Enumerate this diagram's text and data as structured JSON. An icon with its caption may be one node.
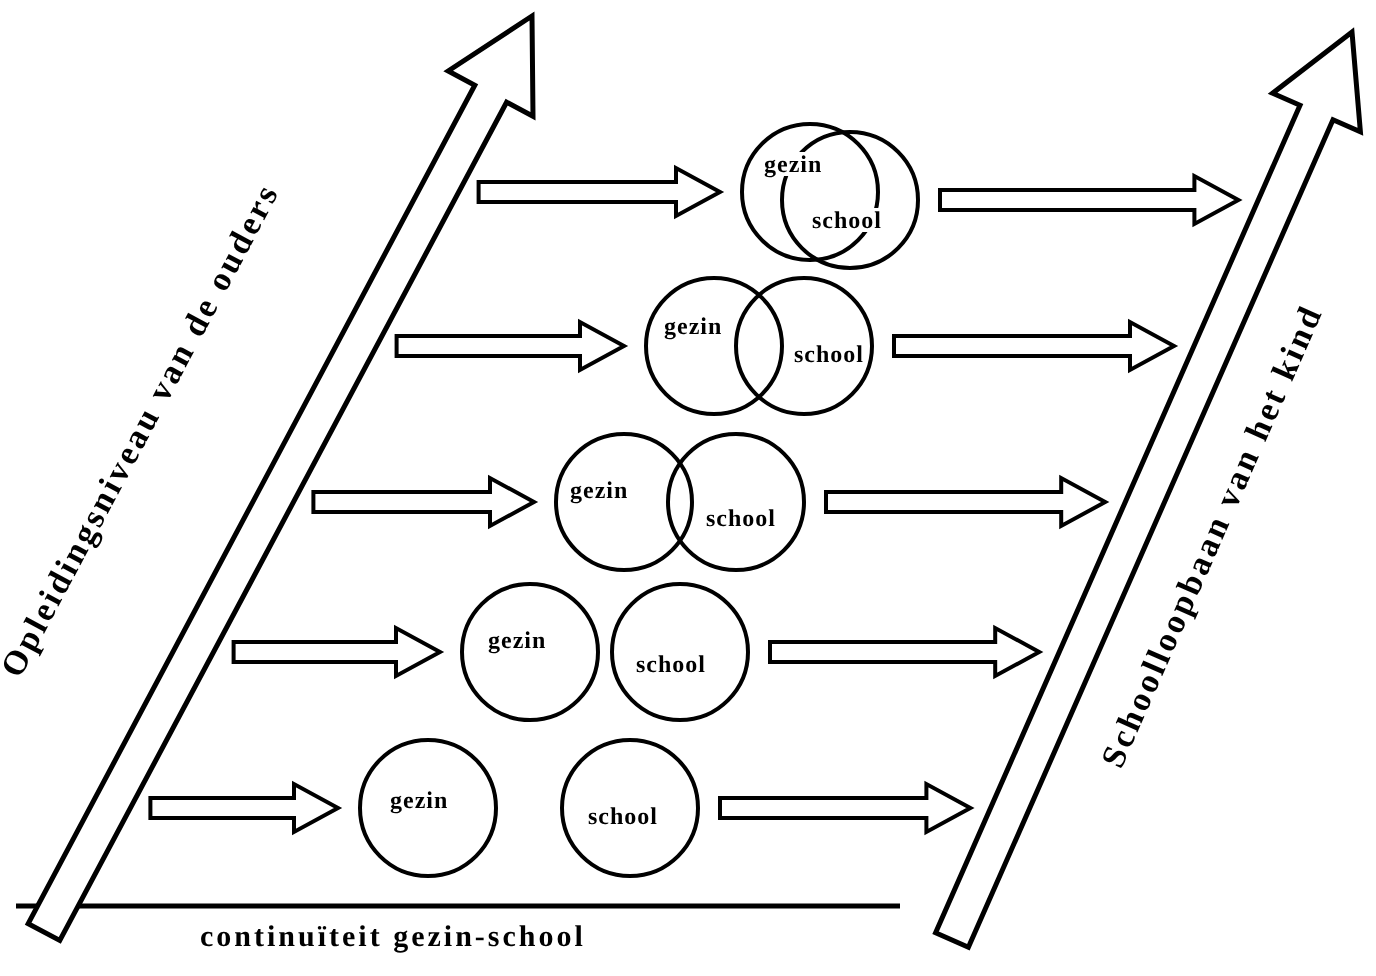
{
  "diagram": {
    "nodes": [
      {
        "text": [
          "Opleidingsniveau van de ouders"
        ]
      },
      {
        "text": [
          "gezin"
        ]
      },
      {
        "text": [
          "school"
        ]
      },
      {
        "text": [
          "gezin"
        ]
      },
      {
        "text": [
          "school"
        ]
      },
      {
        "text": [
          "gezin"
        ]
      },
      {
        "text": [
          "school"
        ]
      },
      {
        "text": [
          "gezin"
        ]
      },
      {
        "text": [
          "school"
        ]
      },
      {
        "text": [
          "gezin"
        ]
      },
      {
        "text": [
          "school"
        ]
      },
      {
        "text": [
          "Schoolloopbaan van het kind"
        ]
      }
    ],
    "edges": [
      {
        "from": 0,
        "to": 1,
        "arrow": "to"
      },
      {
        "from": 2,
        "to": 11,
        "arrow": "to"
      },
      {
        "from": 0,
        "to": 3,
        "arrow": "to"
      },
      {
        "from": 4,
        "to": 11,
        "arrow": "to"
      },
      {
        "from": 0,
        "to": 5,
        "arrow": "to"
      },
      {
        "from": 6,
        "to": 11,
        "arrow": "to"
      },
      {
        "from": 0,
        "to": 7,
        "arrow": "to"
      },
      {
        "from": 8,
        "to": 11,
        "arrow": "to"
      },
      {
        "from": 0,
        "to": 9,
        "arrow": "to"
      },
      {
        "from": 10,
        "to": 11,
        "arrow": "to"
      }
    ],
    "labels": [
      "continuïteit gezin-school"
    ]
  }
}
